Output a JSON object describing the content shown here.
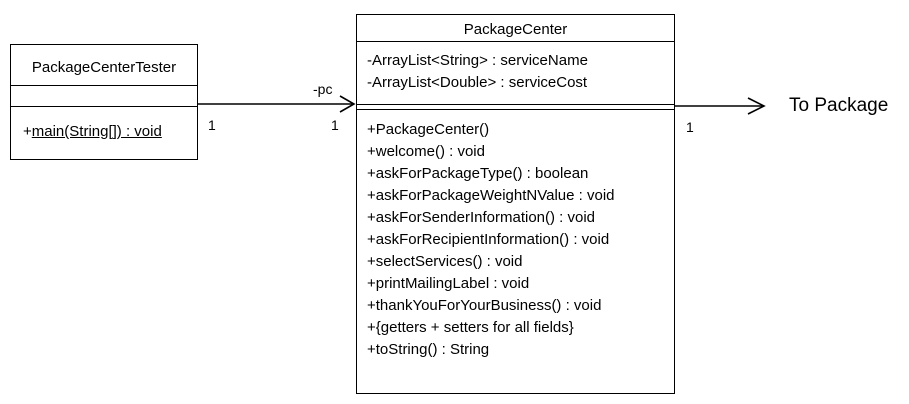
{
  "tester": {
    "name": "PackageCenterTester",
    "attributes": [],
    "methods": [
      "+main(String[]) : void"
    ]
  },
  "center": {
    "name": "PackageCenter",
    "attributes": [
      "-ArrayList<String> : serviceName",
      "-ArrayList<Double> : serviceCost"
    ],
    "methods": [
      "+PackageCenter()",
      "+welcome() : void",
      "+askForPackageType() : boolean",
      "+askForPackageWeightNValue : void",
      "+askForSenderInformation() : void",
      "+askForRecipientInformation() : void",
      "+selectServices() : void",
      "+printMailingLabel : void",
      "+thankYouForYourBusiness() : void",
      "+{getters + setters for all fields}",
      "+toString() : String"
    ]
  },
  "association_tester_center": {
    "role": "-pc",
    "mult_source": "1",
    "mult_target": "1"
  },
  "association_center_package": {
    "mult": "1",
    "target_label": "To Package"
  }
}
